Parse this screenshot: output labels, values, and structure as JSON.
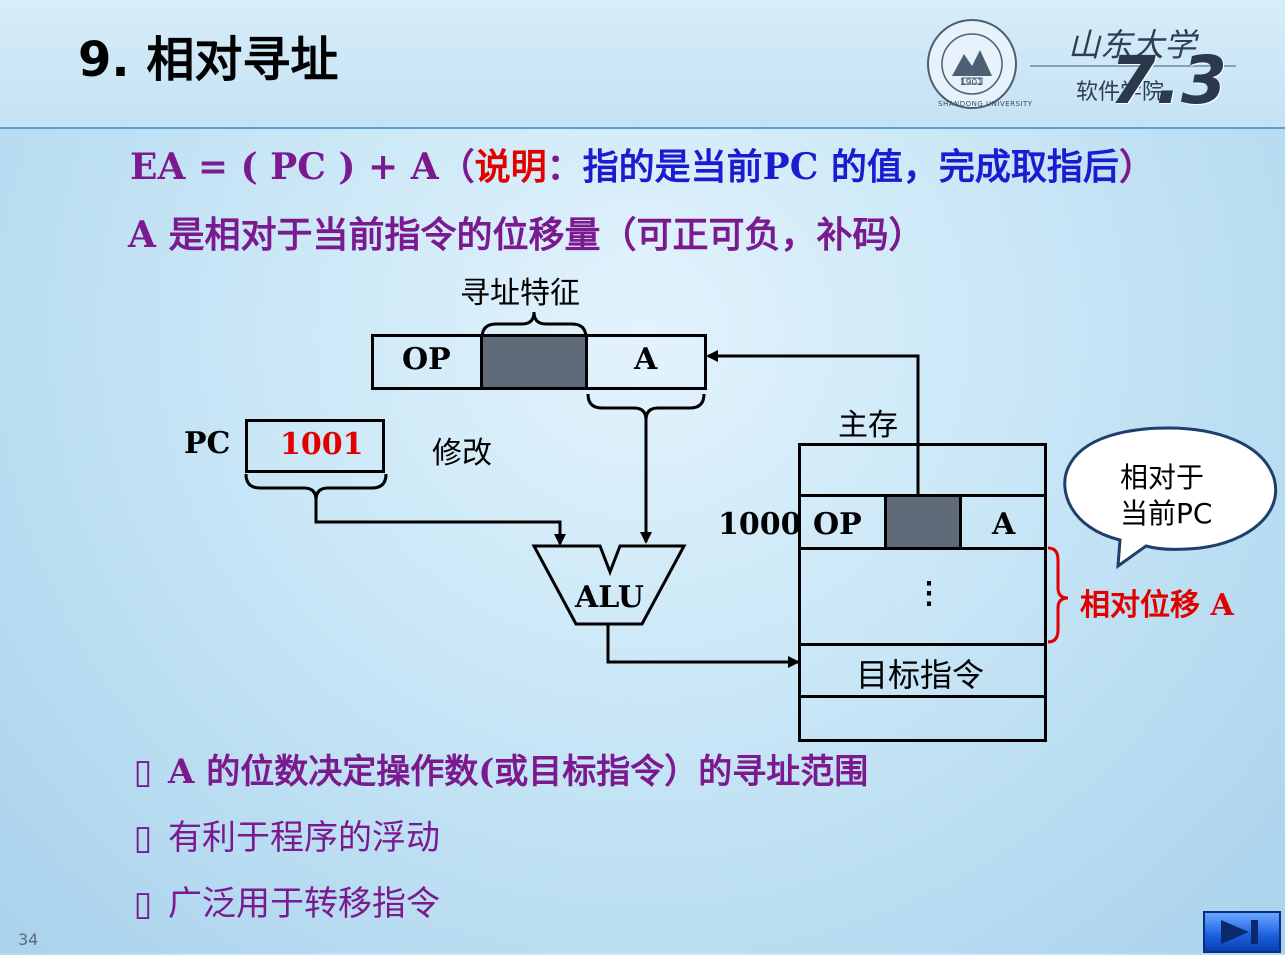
{
  "slide": {
    "title": "9. 相对寻址",
    "page_number": "34"
  },
  "logo": {
    "school_name": "山东大学",
    "dept": "软件学院",
    "chapter": "7.3",
    "seal_year": "1901",
    "seal_text": "SHANDONG UNIVERSITY"
  },
  "formula": {
    "ea": "EA = ( PC ) + A",
    "paren_open": "（",
    "note_label": "说明",
    "colon": "：",
    "note_blue": "指的是当前PC 的值，完成取指后",
    "paren_close": "）"
  },
  "desc_line": "A 是相对于当前指令的位移量（可正可负，补码）",
  "diagram": {
    "addr_feature_label": "寻址特征",
    "instr_op": "OP",
    "instr_a": "A",
    "pc_label": "PC",
    "pc_value": "1001",
    "modify_label": "修改",
    "alu_label": "ALU",
    "memory_label": "主存",
    "addr_1000": "1000",
    "mem_op": "OP",
    "mem_a": "A",
    "ellipsis": "⋮",
    "target_label": "目标指令",
    "offset_label": "相对位移 A",
    "callout": [
      "相对于",
      "当前PC"
    ]
  },
  "bullets": [
    "A 的位数决定操作数(或目标指令）的寻址范围",
    "有利于程序的浮动",
    "广泛用于转移指令"
  ],
  "colors": {
    "purple": "#7b1a8f",
    "red": "#e00000",
    "blue": "#1b1bd0",
    "gray_cell": "#5f6b78"
  },
  "icons": {
    "bullet": "square-bullet-icon",
    "next": "next-slide-icon"
  }
}
